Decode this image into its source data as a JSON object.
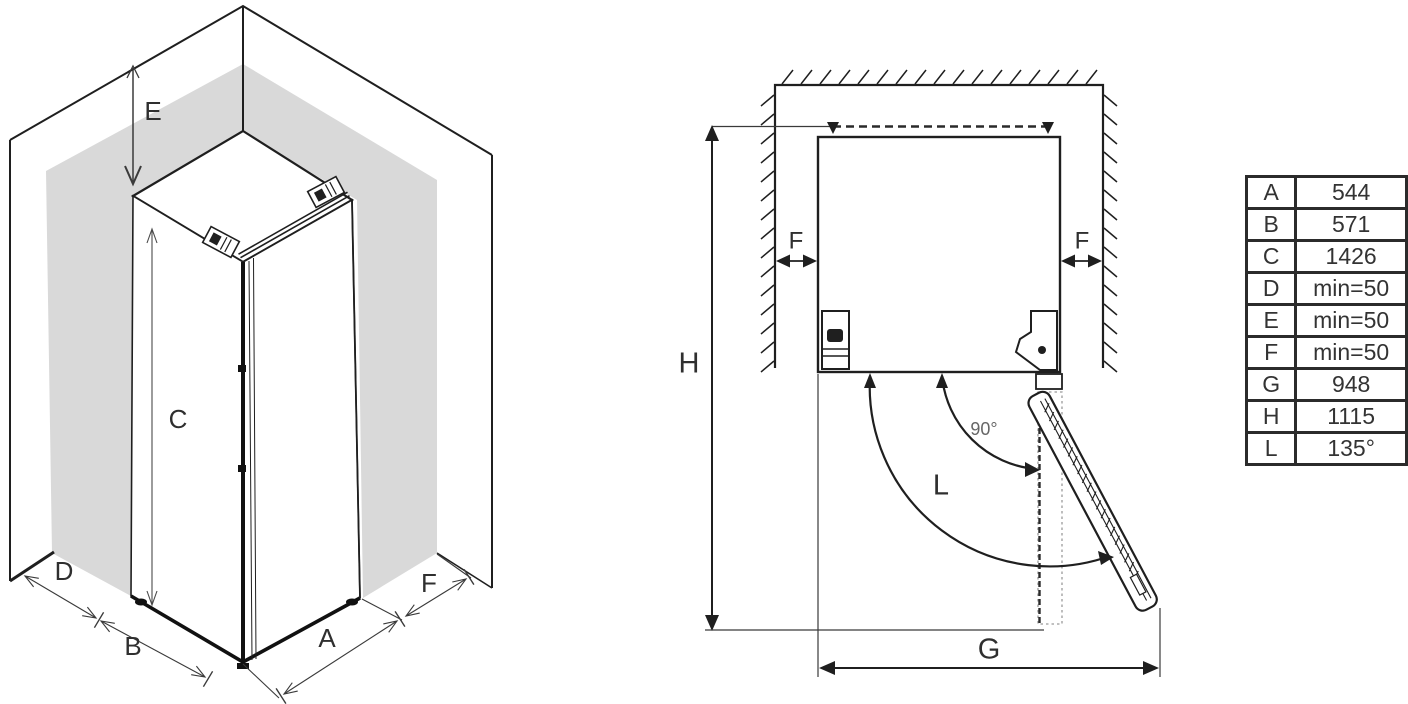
{
  "left_diagram": {
    "label_e": "E",
    "label_c": "C",
    "label_d": "D",
    "label_b": "B",
    "label_a": "A",
    "label_f": "F"
  },
  "plan_diagram": {
    "label_h": "H",
    "label_f_left": "F",
    "label_f_right": "F",
    "label_angle_90": "90°",
    "label_l": "L",
    "label_g": "G"
  },
  "dimensions_table": {
    "rows": [
      {
        "key": "A",
        "value": "544"
      },
      {
        "key": "B",
        "value": "571"
      },
      {
        "key": "C",
        "value": "1426"
      },
      {
        "key": "D",
        "value": "min=50"
      },
      {
        "key": "E",
        "value": "min=50"
      },
      {
        "key": "F",
        "value": "min=50"
      },
      {
        "key": "G",
        "value": "948"
      },
      {
        "key": "H",
        "value": "1115"
      },
      {
        "key": "L",
        "value": "135°"
      }
    ]
  },
  "colors": {
    "line": "#1f1f1f",
    "dim_line": "#3a3a3a",
    "clearance_gray": "#d9d9d9",
    "phantom_gray": "#9a9a9a",
    "table_border": "#2b2b2b",
    "text": "#333333"
  }
}
